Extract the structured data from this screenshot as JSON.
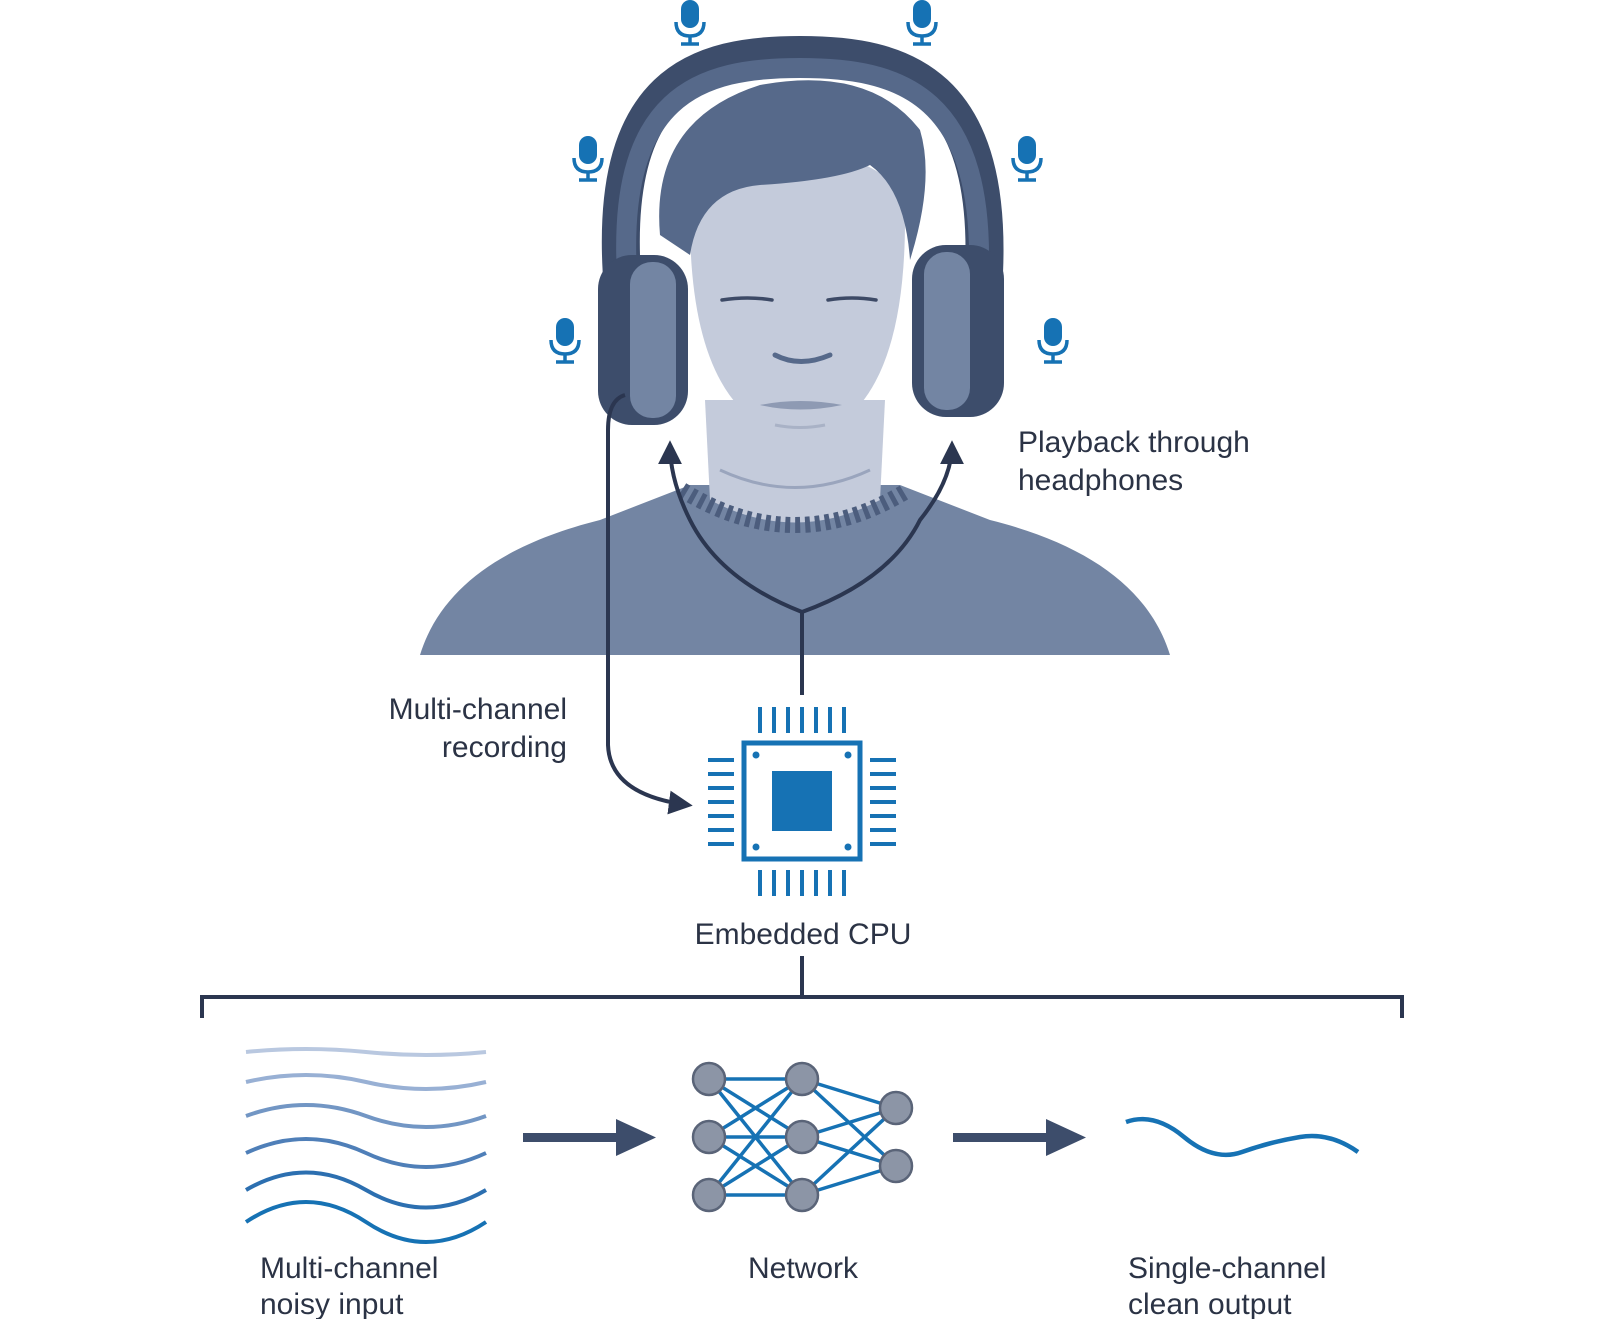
{
  "labels": {
    "playback_line1": "Playback through",
    "playback_line2": "headphones",
    "recording_line1": "Multi-channel",
    "recording_line2": "recording",
    "cpu": "Embedded CPU",
    "input_line1": "Multi-channel",
    "input_line2": "noisy input",
    "network": "Network",
    "output_line1": "Single-channel",
    "output_line2": "clean output"
  },
  "colors": {
    "accent_blue": "#1672b4",
    "figure_dark": "#56698a",
    "figure_mid": "#7385a3",
    "skin": "#c4cbdb",
    "line_dark": "#2b3650",
    "node_gray": "#8c95a6"
  },
  "icons": {
    "microphone": "microphone-icon",
    "chip": "chip-icon",
    "network": "neural-network-icon"
  }
}
